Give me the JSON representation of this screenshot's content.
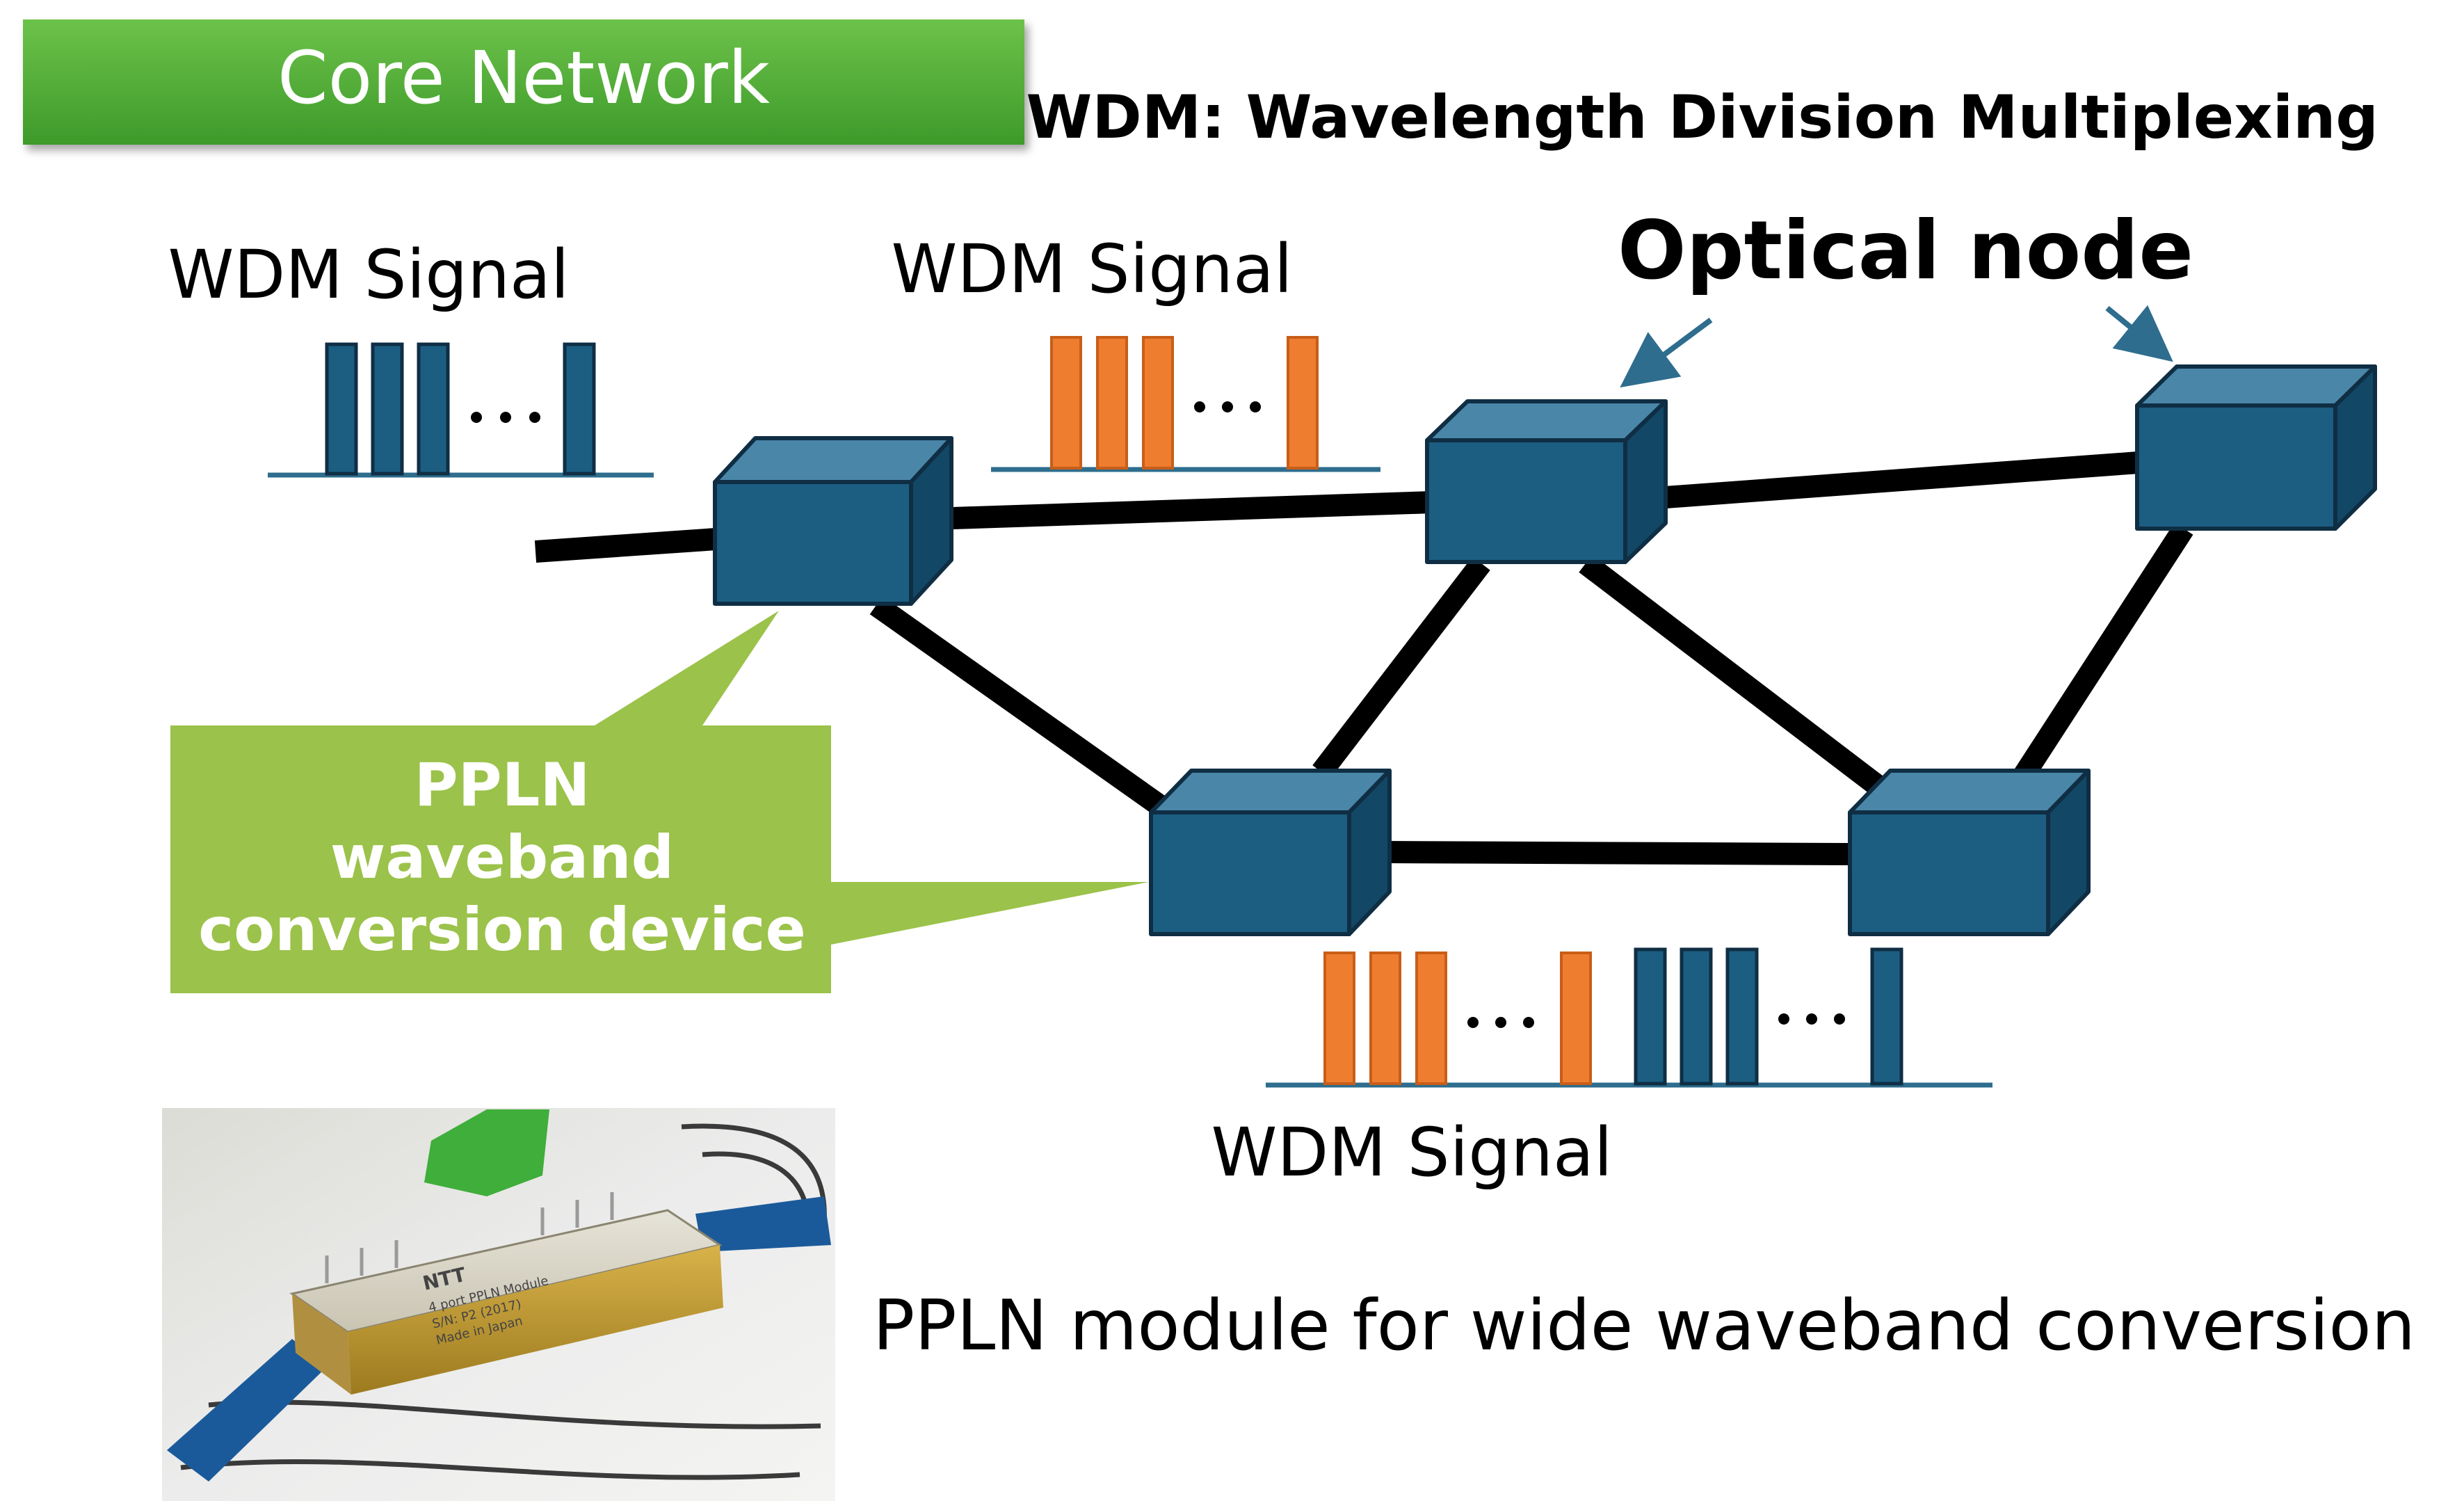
{
  "header": {
    "badge_label": "Core Network",
    "badge_color": "#4fa62f",
    "definition": "WDM: Wavelength Division Multiplexing"
  },
  "labels": {
    "wdm_signal_left": "WDM Signal",
    "wdm_signal_center": "WDM Signal",
    "wdm_signal_bottom": "WDM Signal",
    "optical_node": "Optical node",
    "ellipsis": "…"
  },
  "callout": {
    "line1": "PPLN",
    "line2": "waveband",
    "line3": "conversion device",
    "color": "#9bc24a"
  },
  "module_caption": "PPLN module for wide waveband conversion",
  "photo": {
    "label_brand": "NTT",
    "label_line1": "4 port PPLN Module",
    "label_line2": "S/N: P2 (2017)",
    "label_line3": "Made in Japan"
  },
  "colors": {
    "node_face": "#1b5e82",
    "node_top": "#4a86a8",
    "node_side": "#124866",
    "node_border": "#0f2e44",
    "link": "#000000",
    "signal_blue": "#1b5e82",
    "signal_orange": "#ef7d30",
    "baseline": "#2e6d8e",
    "arrow": "#2e6d8e"
  }
}
